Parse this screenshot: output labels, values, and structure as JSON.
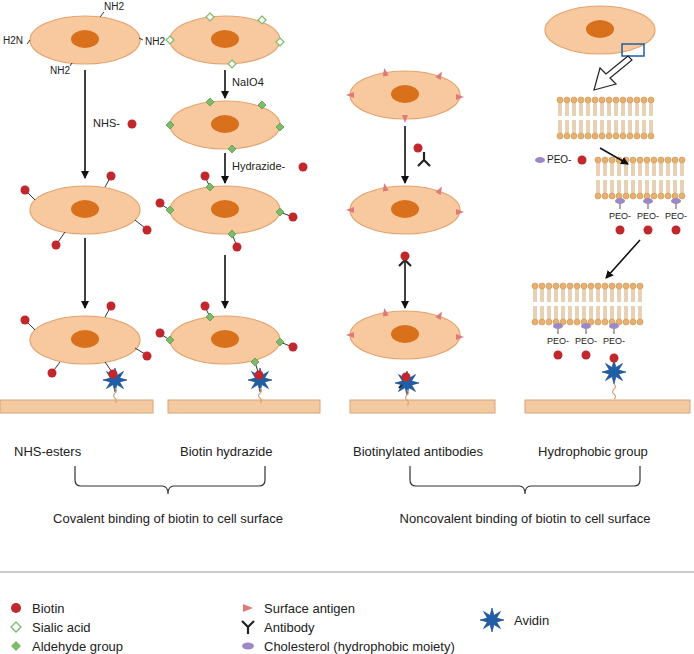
{
  "diagram": {
    "labels": [
      "H2N",
      "NH2",
      "NH2",
      "NH2",
      "NHS-",
      "NaIO4",
      "Hydrazide-",
      "PEO-",
      "PEO-",
      "PEO-",
      "PEO-",
      "PEO-",
      "PEO-",
      "PEO-",
      "NHS-esters",
      "Biotin hydrazide",
      "Biotinylated antibodies",
      "Hydrophobic group",
      "Covalent binding of biotin to cell surface",
      "Noncovalent binding of biotin to cell surface"
    ],
    "legend": [
      {
        "text": "Biotin",
        "color": "#c1272d"
      },
      {
        "text": "Sialic acid"
      },
      {
        "text": "Aldehyde group",
        "color": "#7dbb6a"
      },
      {
        "text": "Surface antigen",
        "color": "#e07a7a"
      },
      {
        "text": "Antibody"
      },
      {
        "text": "Cholesterol (hydrophobic moiety)",
        "color": "#9b88c4"
      },
      {
        "text": "Avidin",
        "color": "#1e5fa8"
      }
    ]
  }
}
